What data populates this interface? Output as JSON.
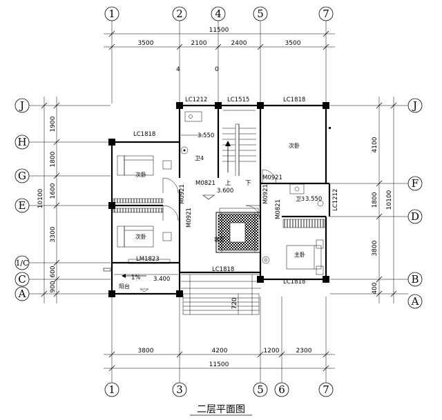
{
  "title": "二层平面图",
  "axes": {
    "top": [
      "1",
      "2",
      "4",
      "5",
      "7"
    ],
    "bottom": [
      "1",
      "3",
      "5",
      "6",
      "7"
    ],
    "left": [
      "J",
      "H",
      "G",
      "E",
      "1/C",
      "C",
      "A"
    ],
    "right": [
      "J",
      "F",
      "D",
      "B",
      "A"
    ]
  },
  "dims": {
    "top_total": "11500",
    "top_segments": [
      "3500",
      "2100",
      "2400",
      "3500"
    ],
    "bottom_segments": [
      "3800",
      "4200",
      "1200",
      "2300"
    ],
    "bottom_total": "11500",
    "left_total": "10100",
    "left_segments": [
      "1900",
      "1800",
      "1600",
      "3300",
      "600",
      "900"
    ],
    "right_total": "10100",
    "right_segments": [
      "4100",
      "1800",
      "3800",
      "400"
    ],
    "stair_dim": "720"
  },
  "labels": {
    "lc1212_top": "LC1212",
    "lc1515": "LC1515",
    "lc1818_top_right": "LC1818",
    "lc1818_left": "LC1818",
    "lm1823": "LM1823",
    "lc1818_bottom_mid": "LC1818",
    "lc1818_bottom_right": "LC1818",
    "lc1212_right": "LC1212",
    "m0821_mid": "M0821",
    "m0921_a": "M0921",
    "m0921_b": "M0921",
    "m0921_c": "M0921",
    "m0821_right": "M0821",
    "elev_3550_left": "3.550",
    "elev_3550_right": "3.550",
    "elev_3600": "3.600",
    "elev_3400": "3.400",
    "slope": "1%",
    "up": "上",
    "down": "下",
    "small_4": "4",
    "small_0": "0"
  },
  "rooms": {
    "wc_left": "卫4",
    "wc_right": "卫3",
    "bedroom_tr": "次卧",
    "bedroom_l1": "次卧",
    "bedroom_l2": "次卧",
    "living": "客厅",
    "master": "主卧",
    "balcony": "阳台"
  }
}
